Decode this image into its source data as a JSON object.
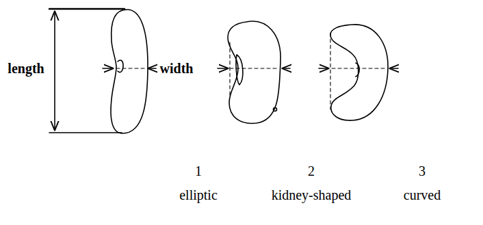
{
  "diagram": {
    "labels": [
      "length",
      "width",
      "1",
      "elliptic",
      "2",
      "kidney-shaped",
      "3",
      "curved"
    ]
  }
}
